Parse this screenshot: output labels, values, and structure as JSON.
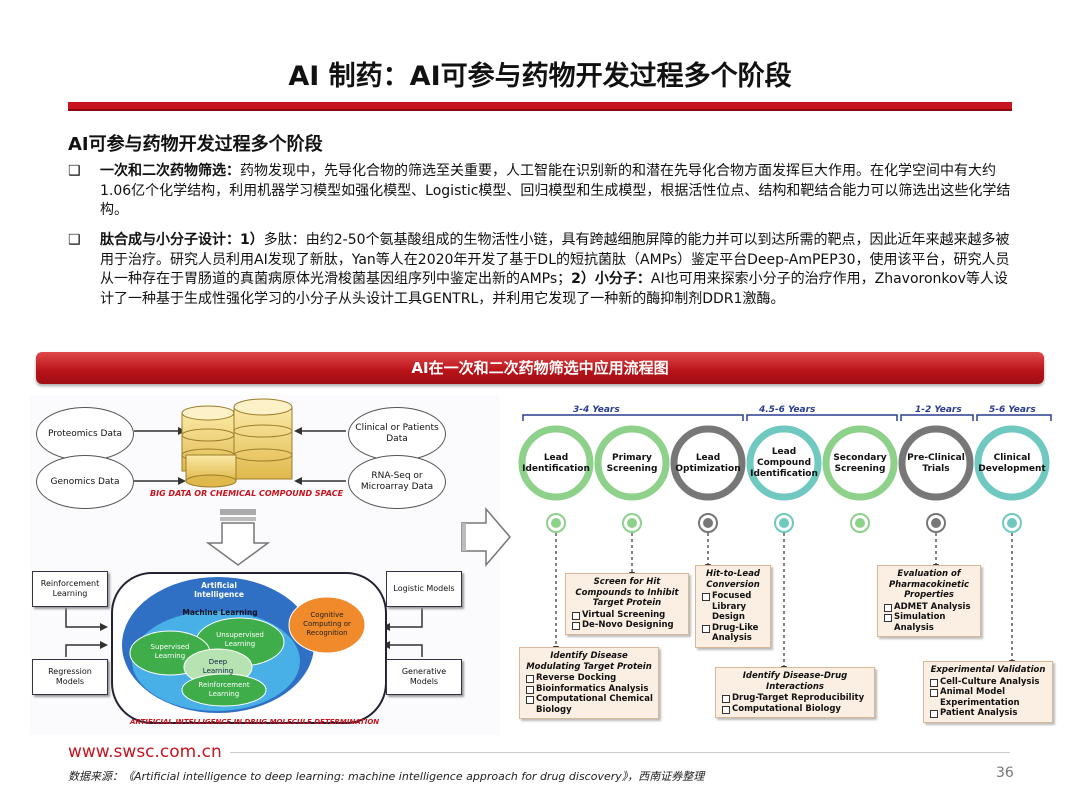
{
  "title": "AI 制药：AI可参与药物开发过程多个阶段",
  "section_heading": "AI可参与药物开发过程多个阶段",
  "bullet_marker": "❑",
  "bullet1": {
    "label": "一次和二次药物筛选：",
    "text": "药物发现中，先导化合物的筛选至关重要，人工智能在识别新的和潜在先导化合物方面发挥巨大作用。在化学空间中有大约1.06亿个化学结构，利用机器学习模型如强化模型、Logistic模型、回归模型和生成模型，根据活性位点、结构和靶结合能力可以筛选出这些化学结构。"
  },
  "bullet2": {
    "label": "肽合成与小分子设计：",
    "p1_label": "1）",
    "p1_text": "多肽：由约2-50个氨基酸组成的生物活性小链，具有跨越细胞屏障的能力并可以到达所需的靶点，因此近年来越来越多被用于治疗。研究人员利用AI发现了新肽，Yan等人在2020年开发了基于DL的短抗菌肽（AMPs）鉴定平台Deep-AmPEP30，使用该平台，研究人员从一种存在于胃肠道的真菌病原体光滑梭菌基因组序列中鉴定出新的AMPs；",
    "p2_label": "2）小分子：",
    "p2_text": "AI也可用来探索小分子的治疗作用，Zhavoronkov等人设计了一种基于生成性强化学习的小分子从头设计工具GENTRL，并利用它发现了一种新的酶抑制剂DDR1激酶。"
  },
  "banner": "AI在一次和二次药物筛选中应用流程图",
  "left_figure": {
    "sources_left": [
      "Proteomics Data",
      "Genomics Data"
    ],
    "sources_right": [
      "Clinical or Patients Data",
      "RNA-Seq or Microarray Data"
    ],
    "db_caption": "BIG DATA OR CHEMICAL COMPOUND SPACE",
    "models_left": [
      "Reinforcement Learning",
      "Regression Models"
    ],
    "models_right": [
      "Logistic Models",
      "Generative Models"
    ],
    "ai": "Artificial Intelligence",
    "ml": "Machine Learning",
    "supervised": "Supervised Learning",
    "unsupervised": "Unsupervised Learning",
    "deep": "Deep Learning",
    "reinforcement": "Reinforcement Learning",
    "cognitive": "Cognitive Computing or Recognition",
    "bottom_caption": "ARTIFICIAL INTELLIGENCE IN DRUG MOLECULE DETERMINATION"
  },
  "right_figure": {
    "years": [
      "3-4 Years",
      "4.5-6 Years",
      "1-2 Years",
      "5-6 Years"
    ],
    "stages": [
      "Lead Identification",
      "Primary Screening",
      "Lead Optimization",
      "Lead Compound Identification",
      "Secondary Screening",
      "Pre-Clinical Trials",
      "Clinical Development"
    ],
    "stage_colors": [
      "#8ed18a",
      "#8ed18a",
      "#777777",
      "#6fc9c0",
      "#8ed18a",
      "#777777",
      "#6fc9c0"
    ],
    "notes": {
      "screen_hit": {
        "title": "Screen for Hit Compounds to Inhibit Target Protein",
        "items": [
          "Virtual Screening",
          "De-Novo Designing"
        ]
      },
      "hit_to_lead": {
        "title": "Hit-to-Lead Conversion",
        "items": [
          "Focused Library Design",
          "Drug-Like Analysis"
        ]
      },
      "admet": {
        "title": "Evaluation of Pharmacokinetic Properties",
        "items": [
          "ADMET Analysis",
          "Simulation Analysis"
        ]
      },
      "identify_target": {
        "title": "Identify Disease Modulating Target Protein",
        "items": [
          "Reverse Docking",
          "Bioinformatics Analysis",
          "Computational Chemical Biology"
        ]
      },
      "interactions": {
        "title": "Identify Disease-Drug Interactions",
        "items": [
          "Drug-Target Reproducibility",
          "Computational Biology"
        ]
      },
      "experimental": {
        "title": "Experimental Validation",
        "items": [
          "Cell-Culture Analysis",
          "Animal Model Experimentation",
          "Patient Analysis"
        ]
      }
    }
  },
  "footer": {
    "site": "www.swsc.com.cn",
    "source": "数据来源：《Artificial intelligence to deep learning: machine intelligence approach for drug discovery》，西南证券整理",
    "page": "36"
  }
}
